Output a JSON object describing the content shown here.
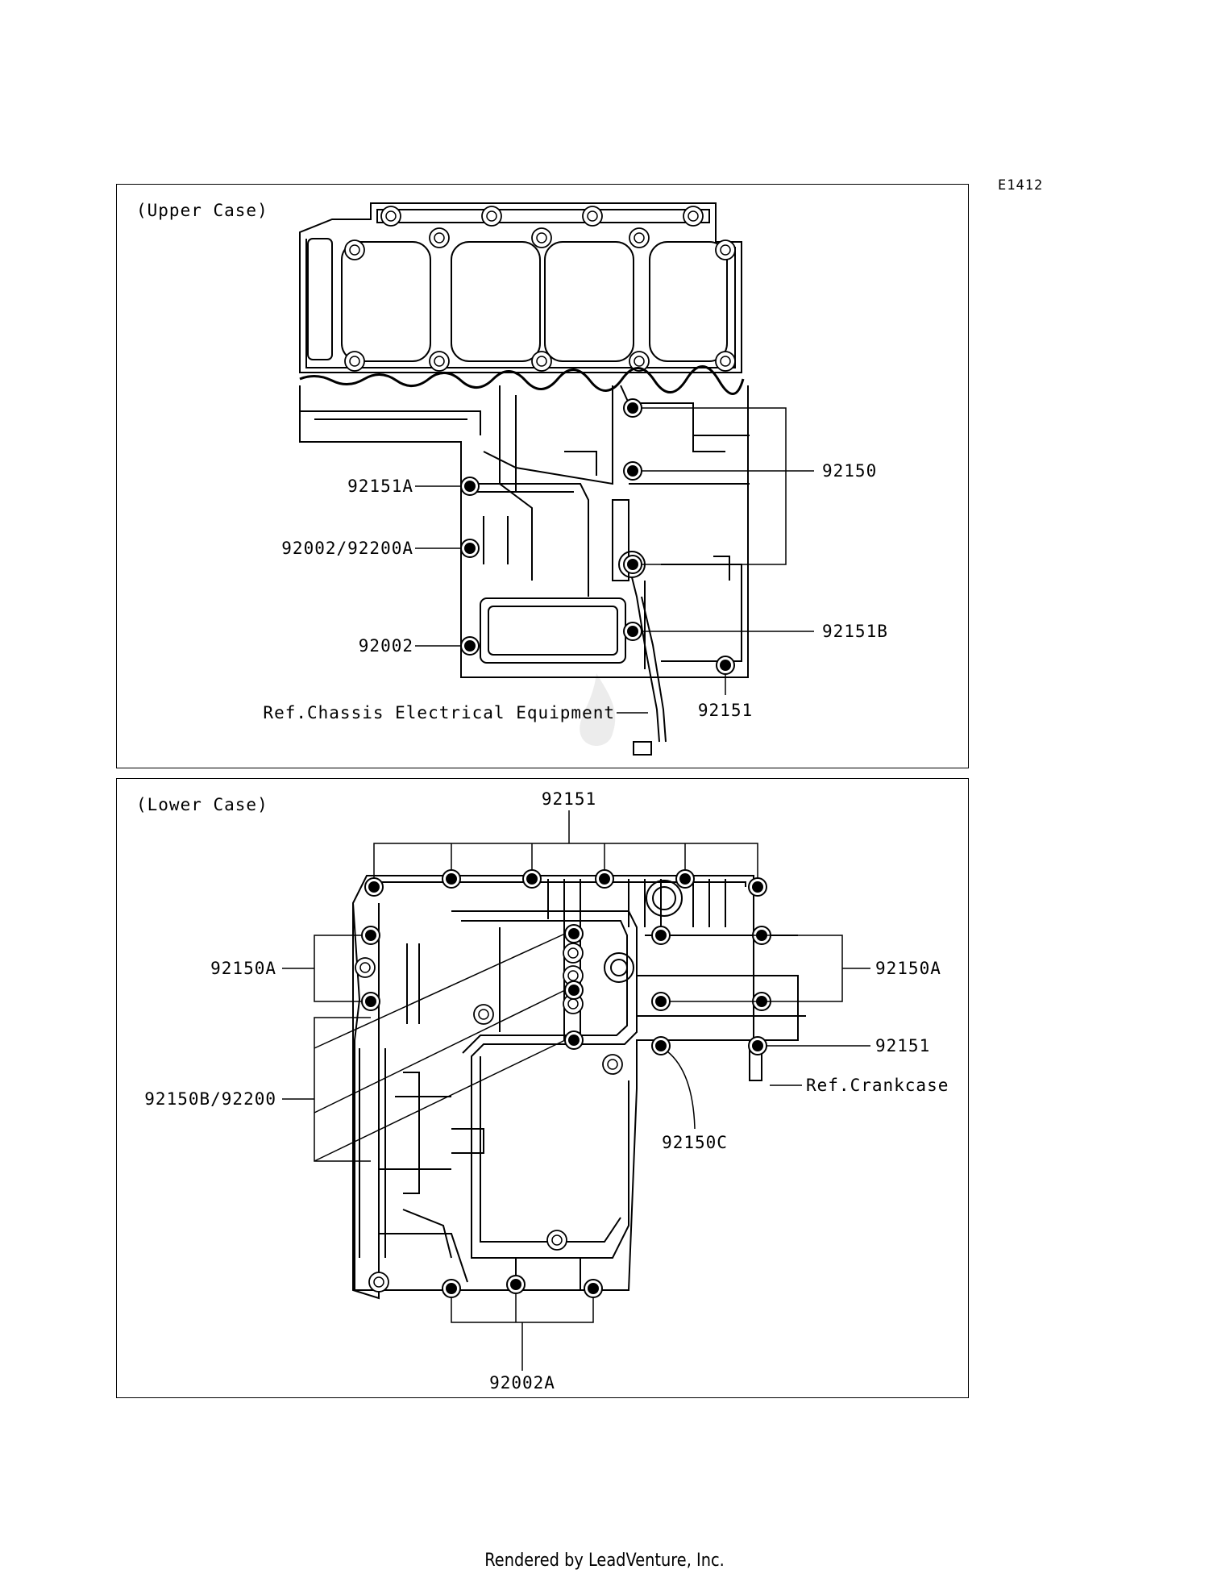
{
  "diagram_code": "E1412",
  "upper": {
    "title": "(Upper Case)",
    "labels": {
      "p92151A": "92151A",
      "p92002_92200A": "92002/92200A",
      "p92002": "92002",
      "ref_chassis": "Ref.Chassis Electrical Equipment",
      "p92150": "92150",
      "p92151B": "92151B",
      "p92151": "92151"
    }
  },
  "lower": {
    "title": "(Lower Case)",
    "labels": {
      "p92151_top": "92151",
      "p92150A_left": "92150A",
      "p92150B_92200": "92150B/92200",
      "p92150A_right": "92150A",
      "p92151_right": "92151",
      "ref_crankcase": "Ref.Crankcase",
      "p92150C": "92150C",
      "p92002A": "92002A"
    }
  },
  "footer": "Rendered by LeadVenture, Inc."
}
